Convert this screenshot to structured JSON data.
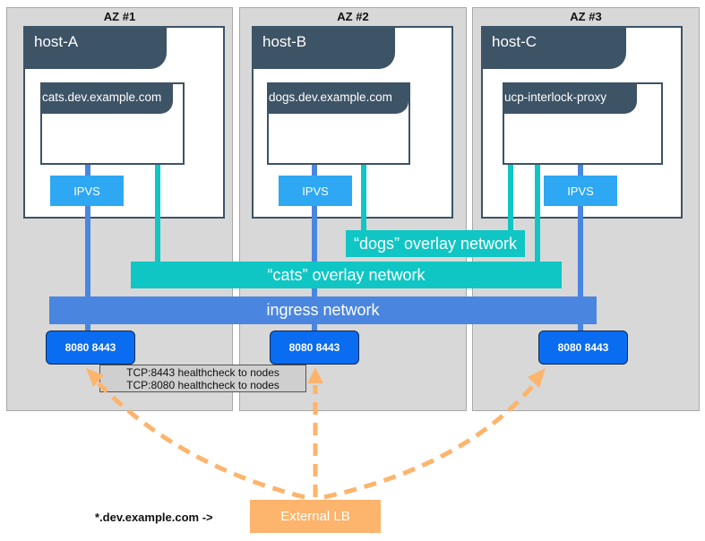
{
  "zones": [
    {
      "title": "AZ #1",
      "host": "host-A",
      "service": "cats.dev.example.com",
      "ipvs": "IPVS",
      "ports": "8080 8443"
    },
    {
      "title": "AZ #2",
      "host": "host-B",
      "service": "dogs.dev.example.com",
      "ipvs": "IPVS",
      "ports": "8080 8443"
    },
    {
      "title": "AZ #3",
      "host": "host-C",
      "service": "ucp-interlock-proxy",
      "ipvs": "IPVS",
      "ports": "8080 8443"
    }
  ],
  "networks": {
    "dogs": "“dogs” overlay network",
    "cats": "“cats” overlay network",
    "ingress": "ingress network"
  },
  "healthcheck": {
    "line1": "TCP:8443 healthcheck to nodes",
    "line2": "TCP:8080 healthcheck to nodes"
  },
  "load_balancer": {
    "label": "External LB",
    "dns": "*.dev.example.com ->"
  },
  "colors": {
    "host_header": "#3d5366",
    "ipvs": "#2ea8f3",
    "ingress": "#4a86e0",
    "overlay": "#10c6c4",
    "port": "#0a6cf0",
    "load_balancer": "#fdb46c"
  }
}
